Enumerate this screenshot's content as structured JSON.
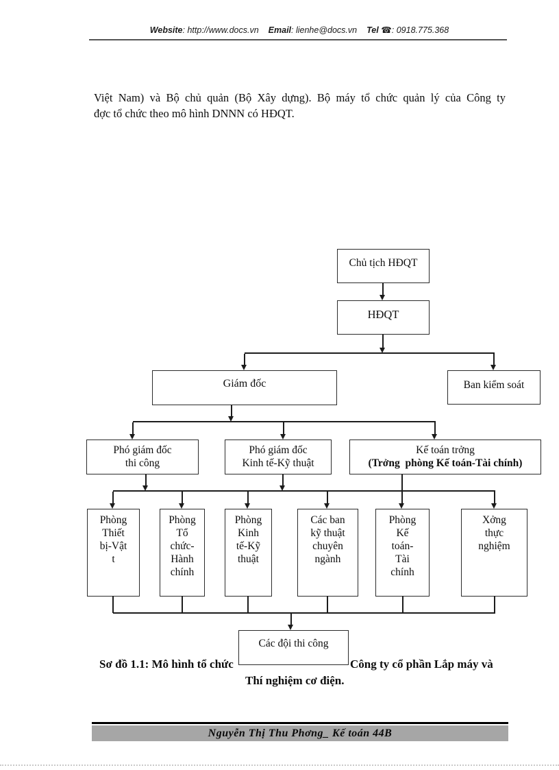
{
  "header": {
    "website_label": "Website",
    "website_value": ": http://www.docs.vn",
    "email_label": "Email",
    "email_value": ": lienhe@docs.vn",
    "tel_label": "Tel",
    "phone_icon": "☎",
    "tel_value": ": 0918.775.368"
  },
  "paragraph": {
    "line1": "Việt Nam) và Bộ chủ quản (Bộ Xây dựng). Bộ máy tổ chức quản lý của Công ty",
    "line2": "đợc  tổ chức theo mô hình DNNN có HĐQT."
  },
  "diagram": {
    "chairman": {
      "label": "Chủ tịch HĐQT"
    },
    "board": {
      "label": "HĐQT"
    },
    "director": {
      "label": "Giám đốc"
    },
    "supervisory_board": {
      "label": "Ban kiểm soát"
    },
    "deputy_construction": {
      "label": "Phó giám đốc\nthi công"
    },
    "deputy_economics": {
      "label": "Phó giám đốc\nKinh tế-Kỹ thuật"
    },
    "chief_accountant": {
      "label": "Kế toán trởng",
      "sublabel": "(Trởng  phòng Kế toán-Tài chính)"
    },
    "dept_equipment": {
      "label": "Phòng\nThiết\nbị-Vật\nt"
    },
    "dept_admin": {
      "label": "Phòng\nTổ\nchức-\nHành\nchính"
    },
    "dept_econ_tech": {
      "label": "Phòng\nKinh\ntế-Kỹ\nthuật"
    },
    "dept_specialized": {
      "label": "Các ban\nkỹ thuật\nchuyên\nngành"
    },
    "dept_accounting": {
      "label": "Phòng\nKế\ntoán-\nTài\nchính"
    },
    "dept_workshop": {
      "label": "Xởng\nthực\nnghiệm"
    },
    "construction_teams": {
      "label": "Các đội thi công"
    }
  },
  "caption": {
    "line1_left": "Sơ đồ 1.1: Mô hình tổ chức",
    "line1_right": "Công ty cổ phần Lắp máy và",
    "line2": "Thí nghiệm cơ điện."
  },
  "footer": {
    "author": "Nguyễn Thị Thu Phơng_ Kế toán 44B"
  }
}
